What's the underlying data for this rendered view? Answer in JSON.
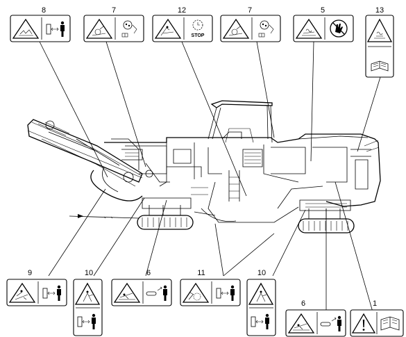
{
  "callouts": [
    {
      "id": "c1",
      "number": "1",
      "icons": [
        "general-warning-triangle",
        "read-manual-book"
      ]
    },
    {
      "id": "c5",
      "number": "5",
      "icons": [
        "hot-surface-warning",
        "no-touch-prohibition"
      ]
    },
    {
      "id": "c6a",
      "number": "6",
      "icons": [
        "crushing-hazard-warning",
        "keep-distance"
      ]
    },
    {
      "id": "c6b",
      "number": "6",
      "icons": [
        "crushing-hazard-warning",
        "keep-distance"
      ]
    },
    {
      "id": "c7a",
      "number": "7",
      "icons": [
        "rotating-parts-warning",
        "maintenance-manual"
      ]
    },
    {
      "id": "c7b",
      "number": "7",
      "icons": [
        "rotating-parts-warning",
        "maintenance-manual"
      ]
    },
    {
      "id": "c8",
      "number": "8",
      "icons": [
        "articulation-crush-warning",
        "keep-distance"
      ]
    },
    {
      "id": "c9",
      "number": "9",
      "icons": [
        "conveyor-hazard-warning",
        "keep-distance"
      ]
    },
    {
      "id": "c10a",
      "number": "10",
      "icons": [
        "crushing-warning",
        "keep-distance"
      ]
    },
    {
      "id": "c10b",
      "number": "10",
      "icons": [
        "crushing-warning",
        "keep-distance"
      ]
    },
    {
      "id": "c11",
      "number": "11",
      "icons": [
        "milling-drum-warning",
        "keep-distance"
      ]
    },
    {
      "id": "c12",
      "number": "12",
      "icons": [
        "cutting-hazard-warning",
        "stop-engine"
      ]
    },
    {
      "id": "c13",
      "number": "13",
      "icons": [
        "hot-hazard-warning",
        "read-manual-book"
      ]
    }
  ],
  "stop_label": "STOP"
}
